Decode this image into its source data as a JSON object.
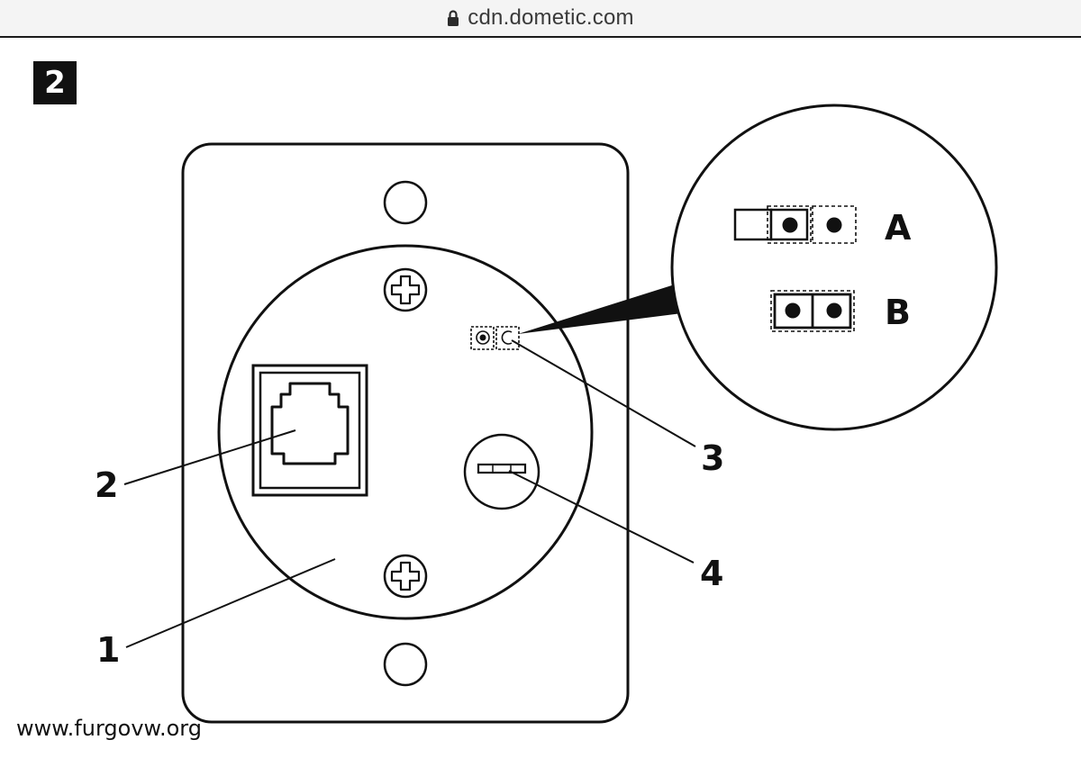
{
  "browser": {
    "url": "cdn.dometic.com",
    "lock_icon": "lock-icon"
  },
  "figure": {
    "number": "2",
    "callouts": {
      "one": "1",
      "two": "2",
      "three": "3",
      "four": "4"
    },
    "jumper_settings": {
      "a": "A",
      "b": "B"
    }
  },
  "watermark": "www.furgovw.org"
}
